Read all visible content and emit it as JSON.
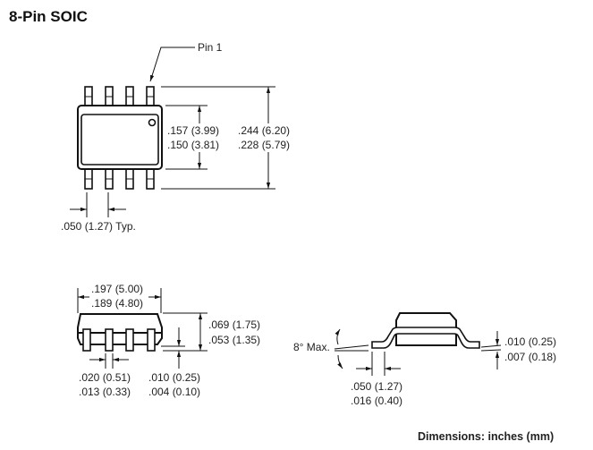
{
  "title": "8-Pin SOIC",
  "top_view": {
    "pin1_label": "Pin 1",
    "body_width_max": ".157 (3.99)",
    "body_width_min": ".150 (3.81)",
    "overall_width_max": ".244 (6.20)",
    "overall_width_min": ".228 (5.79)",
    "pitch": ".050 (1.27) Typ."
  },
  "side_view": {
    "length_max": ".197 (5.00)",
    "length_min": ".189 (4.80)",
    "height_max": ".069 (1.75)",
    "height_min": ".053 (1.35)",
    "lead_width_max": ".020 (0.51)",
    "lead_width_min": ".013 (0.33)",
    "standoff_max": ".010 (0.25)",
    "standoff_min": ".004 (0.10)"
  },
  "end_view": {
    "angle": "8° Max.",
    "foot_length_max": ".050 (1.27)",
    "foot_length_min": ".016 (0.40)",
    "lead_thickness_max": ".010 (0.25)",
    "lead_thickness_min": ".007 (0.18)"
  },
  "footer": "Dimensions: inches (mm)"
}
